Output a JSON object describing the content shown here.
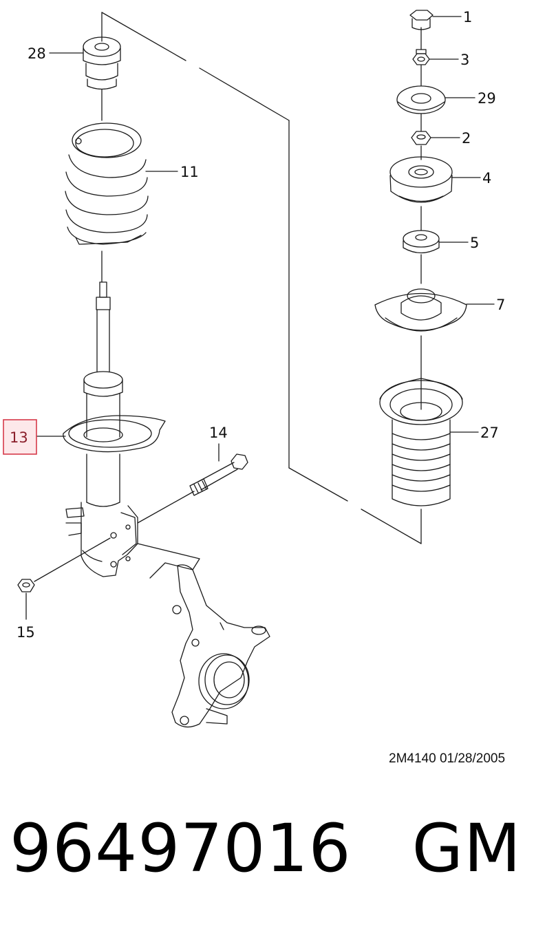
{
  "callouts": {
    "c1": "1",
    "c3": "3",
    "c29": "29",
    "c2": "2",
    "c4": "4",
    "c5": "5",
    "c7": "7",
    "c27": "27",
    "c28": "28",
    "c11": "11",
    "c13": "13",
    "c14": "14",
    "c15": "15"
  },
  "highlighted_part": "13",
  "highlight_color": "#d63a4a",
  "drawing_ref": "2M4140  01/28/2005",
  "part_number": "96497016",
  "manufacturer": "GM"
}
